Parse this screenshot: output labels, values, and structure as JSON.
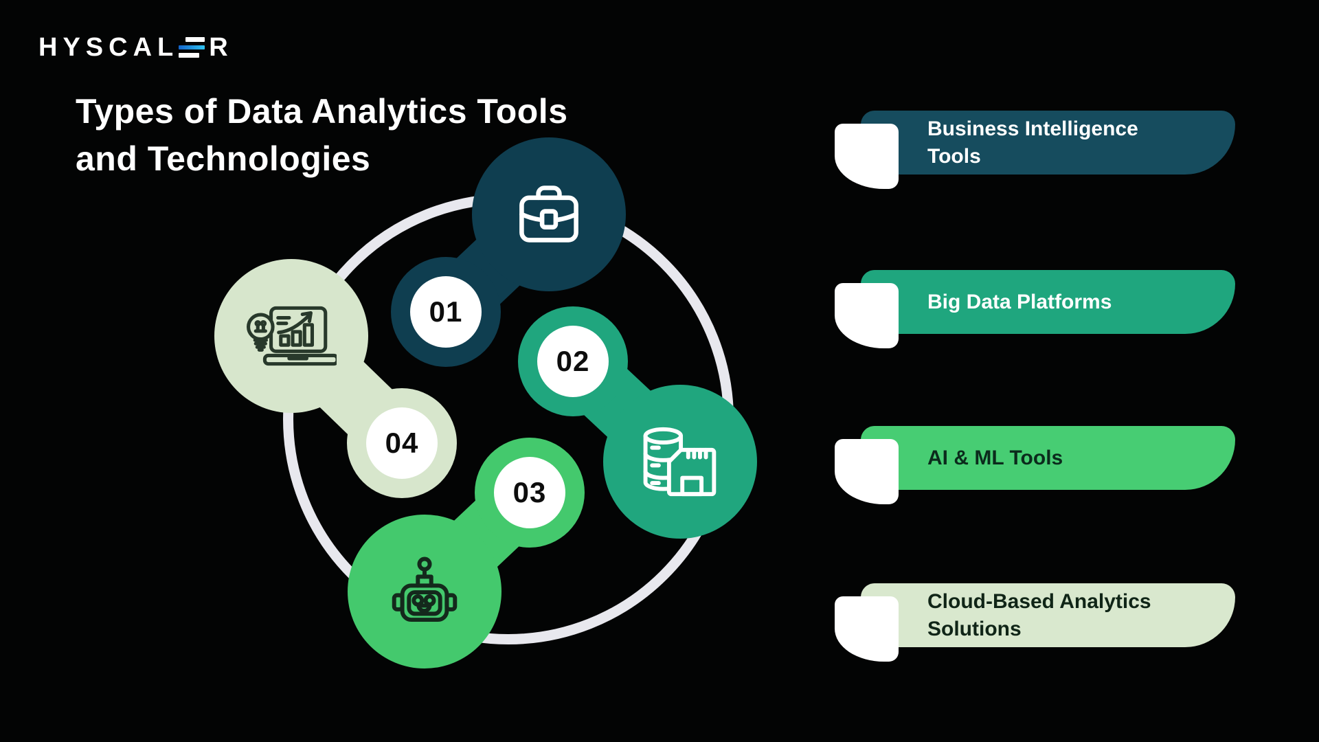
{
  "page": {
    "background": "#030404"
  },
  "logo": {
    "prefix": "HYSCAL",
    "suffix": "R",
    "text_color": "#ffffff",
    "accent_left": "#1464c8",
    "accent_right": "#2fc3f2"
  },
  "title": {
    "line1": "Types of Data Analytics Tools",
    "line2": "and Technologies",
    "color": "#ffffff"
  },
  "diagram": {
    "ring_color": "#e8e8ee",
    "number_bg": "#ffffff",
    "number_color": "#0d0d0d",
    "nodes": [
      {
        "number": "01",
        "icon": "briefcase-icon",
        "color": "#0f3e50",
        "icon_color": "#ffffff"
      },
      {
        "number": "02",
        "icon": "database-chip-icon",
        "color": "#20a67e",
        "icon_color": "#ffffff"
      },
      {
        "number": "03",
        "icon": "robot-icon",
        "color": "#44c96d",
        "icon_color": "#14291c"
      },
      {
        "number": "04",
        "icon": "insight-laptop-icon",
        "color": "#d7e6cc",
        "icon_color": "#28392b"
      }
    ]
  },
  "legend": {
    "petal_color": "#ffffff",
    "items": [
      {
        "label": "Business Intelligence Tools",
        "bg": "#164c5e",
        "text_color": "#ffffff"
      },
      {
        "label": "Big Data Platforms",
        "bg": "#1fa67e",
        "text_color": "#ffffff"
      },
      {
        "label": "AI & ML Tools",
        "bg": "#47cd73",
        "text_color": "#0b2b1c"
      },
      {
        "label": "Cloud-Based Analytics Solutions",
        "bg": "#d9e8ce",
        "text_color": "#102517"
      }
    ]
  }
}
